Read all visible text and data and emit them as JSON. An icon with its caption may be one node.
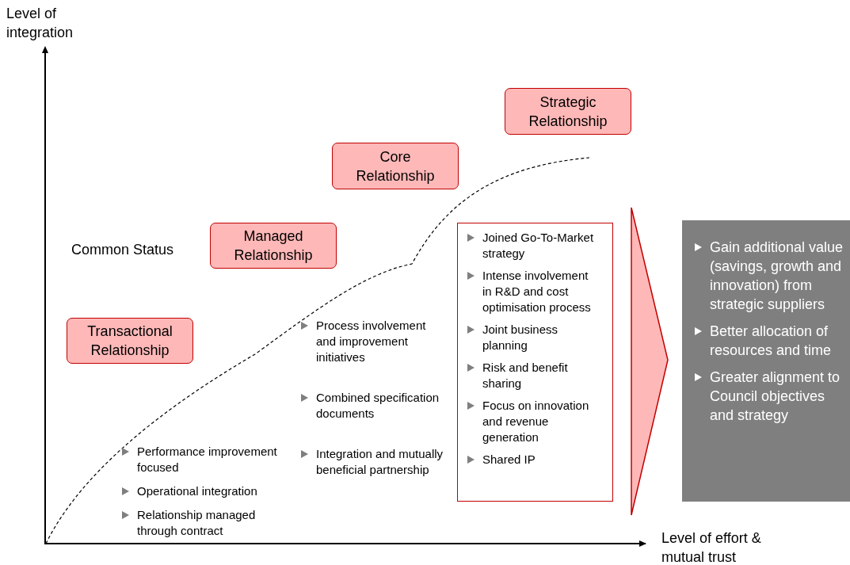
{
  "diagram": {
    "nodes": [
      {
        "text": [
          "Transactional Relationship"
        ]
      },
      {
        "text": [
          "Managed Relationship"
        ]
      },
      {
        "text": [
          "Core Relationship"
        ]
      },
      {
        "text": [
          "Strategic Relationship"
        ]
      },
      {
        "text": [
          "Joined Go-To-Market strategy",
          "Intense involvement in R&D and cost optimisation process",
          "Joint business planning",
          "Risk and benefit sharing",
          "Focus on innovation and revenue generation",
          "Shared IP"
        ]
      },
      {
        "text": [
          "Gain additional value (savings, growth and innovation) from strategic suppliers",
          "Better allocation of resources and time",
          "Greater alignment to Council objectives and strategy"
        ]
      }
    ],
    "edges": [
      {
        "from": 4,
        "to": 5,
        "arrow": "to"
      }
    ],
    "labels": [
      "Level of integration",
      "Common Status",
      "Process involvement and improvement initiatives",
      "Combined specification documents",
      "Integration and mutually beneficial partnership",
      "Performance improvement focused",
      "Operational integration",
      "Relationship managed through contract",
      "Level of effort & mutual trust"
    ]
  }
}
